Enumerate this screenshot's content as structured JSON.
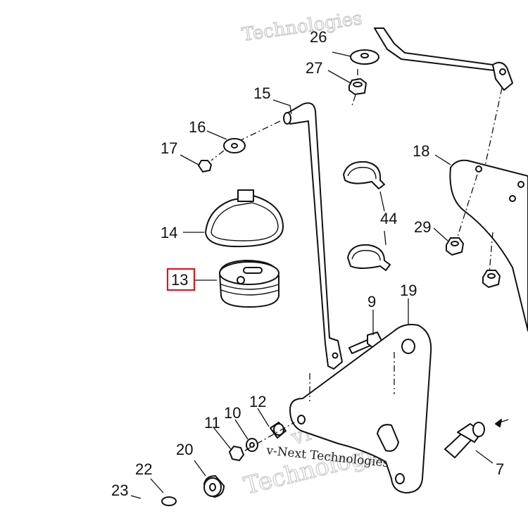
{
  "callouts": {
    "c26": "26",
    "c27": "27",
    "c15": "15",
    "c16": "16",
    "c17": "17",
    "c18": "18",
    "c14": "14",
    "c44": "44",
    "c29": "29",
    "c13": "13",
    "c9": "9",
    "c19": "19",
    "c12": "12",
    "c10": "10",
    "c11": "11",
    "c20": "20",
    "c22": "22",
    "c23": "23",
    "c7": "7"
  },
  "highlighted_callout": "13",
  "highlight_color": "#e0141e",
  "watermark": {
    "logo_text_top": "Technologies",
    "logo_text_mid": "vNext",
    "logo_text_bottom": "Technologies",
    "caption": "v-Next Technologies"
  }
}
